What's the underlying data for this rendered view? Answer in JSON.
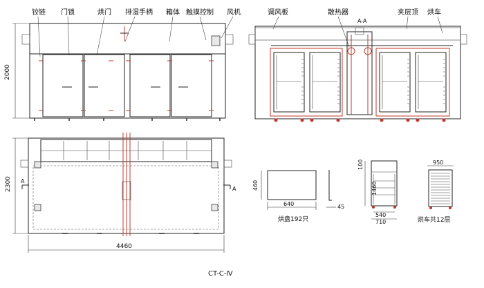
{
  "labels": {
    "hinge": "铰链",
    "door_lock": "门锁",
    "oven_door": "烘门",
    "exhaust_handle": "排湿手柄",
    "box_body": "箱体",
    "touch_control": "触摸控制",
    "fan": "风机",
    "air_damper": "调风板",
    "radiator": "散热器",
    "section_mark": "A-A",
    "interlayer_top": "夹层顶",
    "trolley": "烘车"
  },
  "dimensions": {
    "front_height": "2000",
    "plan_depth": "2300",
    "plan_width": "4460",
    "section_a_left": "A",
    "section_a_right": "A",
    "tray_width": "640",
    "tray_height": "460",
    "tray_thickness": "45",
    "trolley_top": "100",
    "trolley_height": "1460",
    "trolley_w1": "540",
    "trolley_w2": "710",
    "trolley_side_width": "950"
  },
  "captions": {
    "tray": "烘盘192只",
    "trolley": "烘车共12层",
    "model": "CT-C-Ⅳ"
  }
}
